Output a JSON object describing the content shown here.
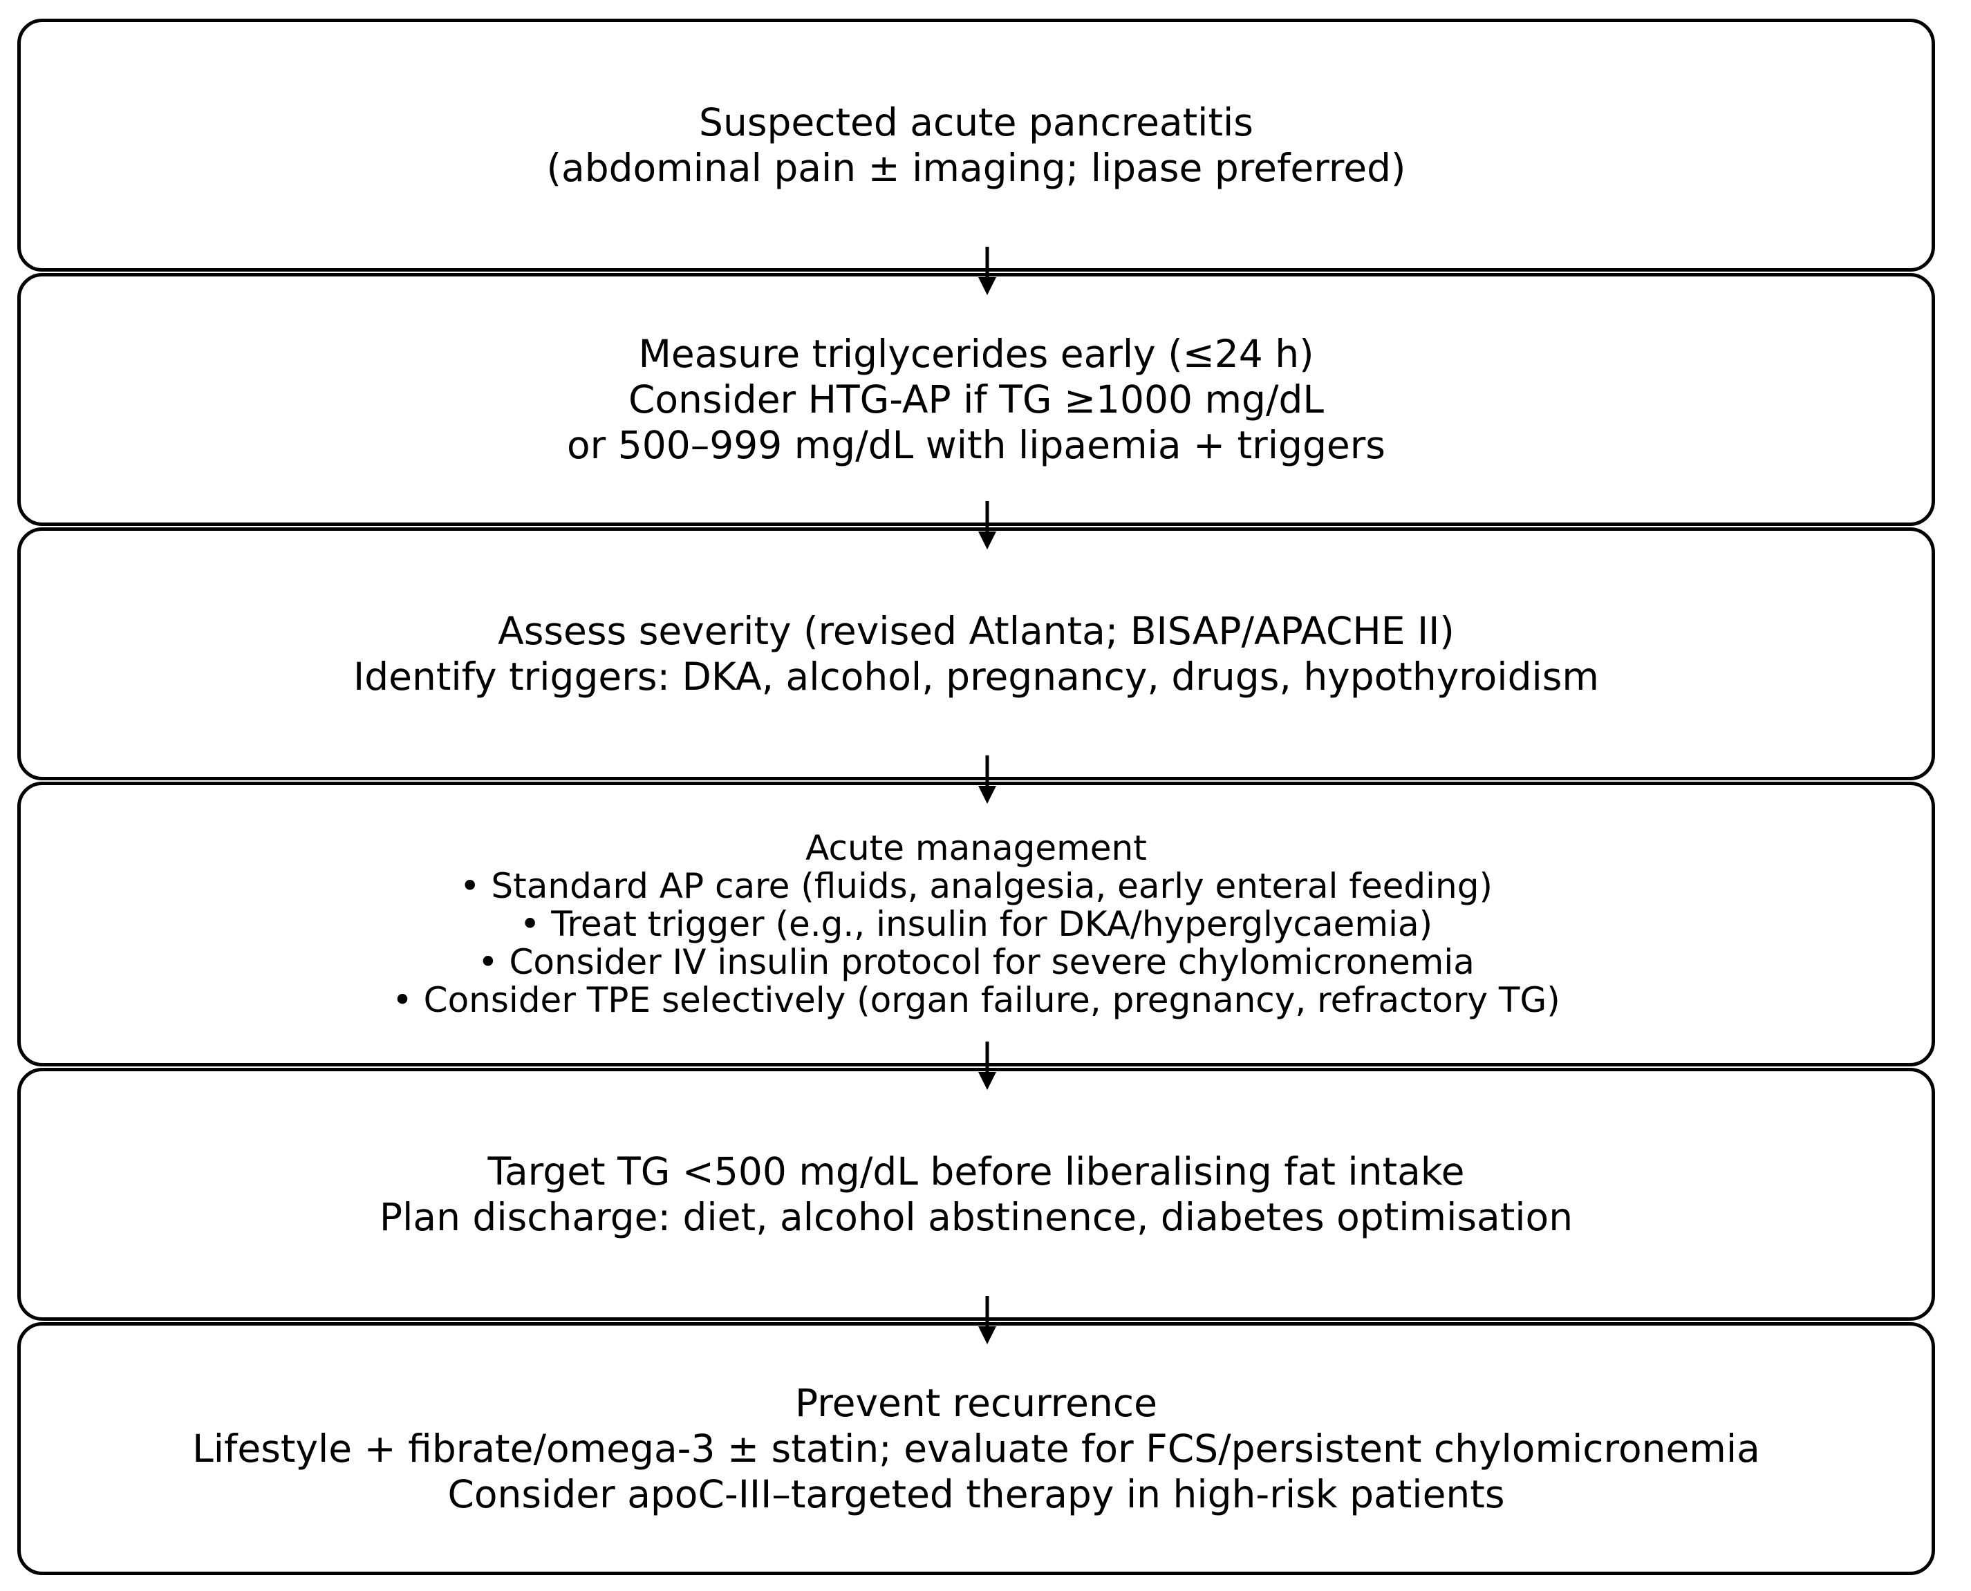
{
  "flowchart": {
    "steps": [
      {
        "lines": [
          "Suspected acute pancreatitis",
          "(abdominal pain ± imaging; lipase preferred)"
        ]
      },
      {
        "lines": [
          "Measure triglycerides early (≤24 h)",
          "Consider HTG-AP if TG ≥1000 mg/dL",
          "or 500–999 mg/dL with lipaemia + triggers"
        ]
      },
      {
        "lines": [
          "Assess severity (revised Atlanta; BISAP/APACHE II)",
          "Identify triggers: DKA, alcohol, pregnancy, drugs, hypothyroidism"
        ]
      },
      {
        "lines": [
          "Acute management",
          "• Standard AP care (fluids, analgesia, early enteral feeding)",
          "• Treat trigger (e.g., insulin for DKA/hyperglycaemia)",
          "• Consider IV insulin protocol for severe chylomicronemia",
          "• Consider TPE selectively (organ failure, pregnancy, refractory TG)"
        ]
      },
      {
        "lines": [
          "Target TG <500 mg/dL before liberalising fat intake",
          "Plan discharge: diet, alcohol abstinence, diabetes optimisation"
        ]
      },
      {
        "lines": [
          "Prevent recurrence",
          "Lifestyle + fibrate/omega-3 ± statin; evaluate for FCS/persistent chylomicronemia",
          "Consider apoC-III–targeted therapy in high-risk patients"
        ]
      }
    ]
  },
  "colors": {
    "border": "#000000",
    "background": "#ffffff",
    "text": "#000000"
  }
}
